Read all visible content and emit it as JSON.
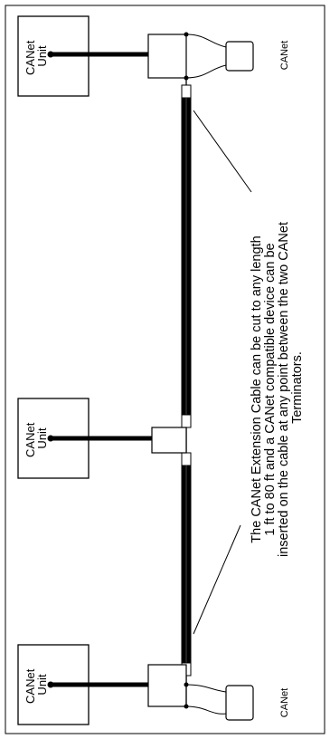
{
  "diagram": {
    "units": [
      {
        "line1": "CANet",
        "line2": "Unit"
      },
      {
        "line1": "CANet",
        "line2": "Unit"
      },
      {
        "line1": "CANet",
        "line2": "Unit"
      }
    ],
    "terminators": [
      {
        "label": "CANet"
      },
      {
        "label": "CANet"
      }
    ],
    "annotation": {
      "lines": [
        "The CANet Extension Cable can be cut to any length",
        "1 ft to 80 ft and a CANet compatible device can be",
        "inserted on the cable at any point between the two CANet",
        "Terminators."
      ]
    },
    "colors": {
      "line": "#000000",
      "background": "#ffffff"
    }
  }
}
